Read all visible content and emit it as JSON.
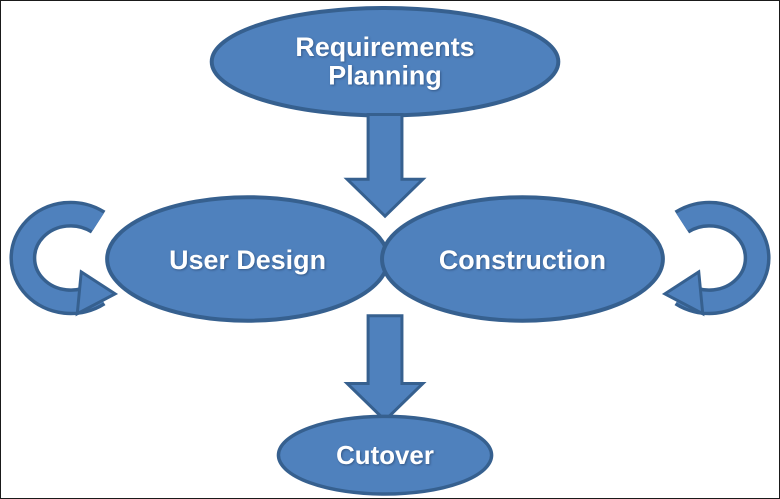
{
  "diagram": {
    "nodes": {
      "requirements_planning": {
        "line1": "Requirements",
        "line2": "Planning"
      },
      "user_design": {
        "label": "User Design"
      },
      "construction": {
        "label": "Construction"
      },
      "cutover": {
        "label": "Cutover"
      }
    },
    "colors": {
      "node_fill": "#4f81bd",
      "node_border": "#36608f",
      "arrow_fill": "#4f81bd",
      "arrow_border": "#36608f",
      "label_text": "#ffffff",
      "background": "#ffffff"
    }
  }
}
